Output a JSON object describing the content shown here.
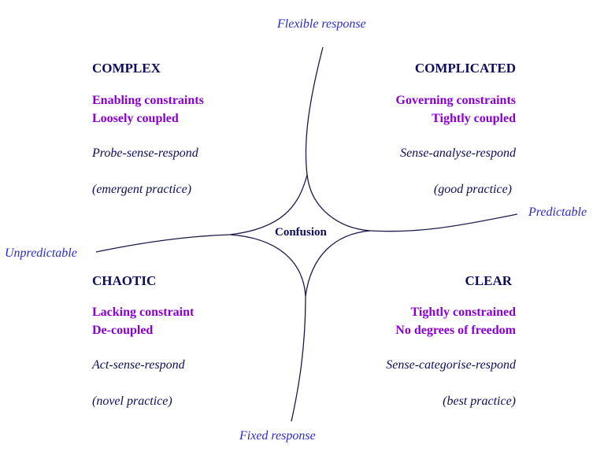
{
  "axes": {
    "top": "Flexible response",
    "bottom": "Fixed response",
    "right": "Predictable",
    "left": "Unpredictable"
  },
  "center": "Confusion",
  "domains": {
    "complex": {
      "title": "COMPLEX",
      "line1": "Enabling  constraints",
      "line2": "Loosely coupled",
      "approach": "Probe-sense-respond",
      "practice": "(emergent practice)"
    },
    "complicated": {
      "title": "COMPLICATED",
      "line1": "Governing constraints",
      "line2": "Tightly coupled",
      "approach": "Sense-analyse-respond",
      "practice": "(good practice)"
    },
    "chaotic": {
      "title": "CHAOTIC",
      "line1": "Lacking  constraint",
      "line2": "De-coupled",
      "approach": "Act-sense-respond",
      "practice": "(novel practice)"
    },
    "clear": {
      "title": "CLEAR",
      "line1": "Tightly  constrained",
      "line2": "No degrees of freedom",
      "approach": "Sense-categorise-respond",
      "practice": "(best practice)"
    }
  },
  "colors": {
    "axis_text": "#2b2bd0",
    "heading": "#0d0d5c",
    "constraint_text": "#8a00d4",
    "curve": "#1a1a4a"
  }
}
